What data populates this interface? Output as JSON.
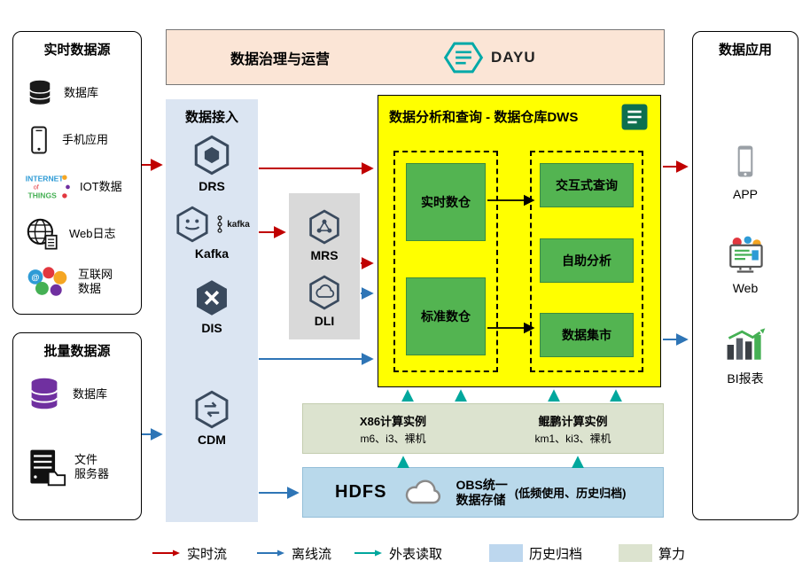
{
  "governance_banner": {
    "title": "数据治理与运营",
    "dayu_label": "DAYU"
  },
  "realtime_sources": {
    "title": "实时数据源",
    "items": [
      {
        "label": "数据库",
        "icon": "database-icon"
      },
      {
        "label": "手机应用",
        "icon": "mobile-app-icon"
      },
      {
        "label": "IOT数据",
        "icon": "iot-icon"
      },
      {
        "label": "Web日志",
        "icon": "web-log-icon"
      },
      {
        "label": "互联网\n数据",
        "icon": "internet-data-icon"
      }
    ]
  },
  "batch_sources": {
    "title": "批量数据源",
    "items": [
      {
        "label": "数据库",
        "icon": "database-purple-icon"
      },
      {
        "label": "文件\n服务器",
        "icon": "file-server-icon"
      }
    ]
  },
  "ingestion": {
    "title": "数据接入",
    "services": [
      {
        "name": "DRS"
      },
      {
        "name": "Kafka",
        "badge": "kafka"
      },
      {
        "name": "DIS"
      },
      {
        "name": "CDM"
      }
    ]
  },
  "processing": {
    "services": [
      {
        "name": "MRS"
      },
      {
        "name": "DLI"
      }
    ]
  },
  "dws": {
    "title": "数据分析和查询 - 数据仓库DWS",
    "warehouses": [
      {
        "label": "实时数仓"
      },
      {
        "label": "标准数仓"
      }
    ],
    "services": [
      {
        "label": "交互式查询"
      },
      {
        "label": "自助分析"
      },
      {
        "label": "数据集市"
      }
    ]
  },
  "compute": {
    "x86_title": "X86计算实例",
    "x86_specs": "m6、i3、裸机",
    "kunpeng_title": "鲲鹏计算实例",
    "kunpeng_specs": "km1、ki3、裸机"
  },
  "storage": {
    "hdfs_label": "HDFS",
    "obs_label": "OBS统一\n数据存储",
    "note": "(低频使用、历史归档)"
  },
  "applications": {
    "title": "数据应用",
    "items": [
      {
        "label": "APP",
        "icon": "app-icon"
      },
      {
        "label": "Web",
        "icon": "web-icon"
      },
      {
        "label": "BI报表",
        "icon": "bi-report-icon"
      }
    ]
  },
  "legend": {
    "realtime": "实时流",
    "offline": "离线流",
    "external_read": "外表读取",
    "archive": "历史归档",
    "compute_power": "算力"
  },
  "colors": {
    "realtime_flow": "#C00000",
    "offline_flow": "#2E75B6",
    "external_read": "#00A79D",
    "archive_fill": "#BDD7EE",
    "compute_fill": "#DCE3CF",
    "dws_fill": "#FFFF00",
    "warehouse_green": "#53B451",
    "ingestion_fill": "#DBE5F2"
  }
}
